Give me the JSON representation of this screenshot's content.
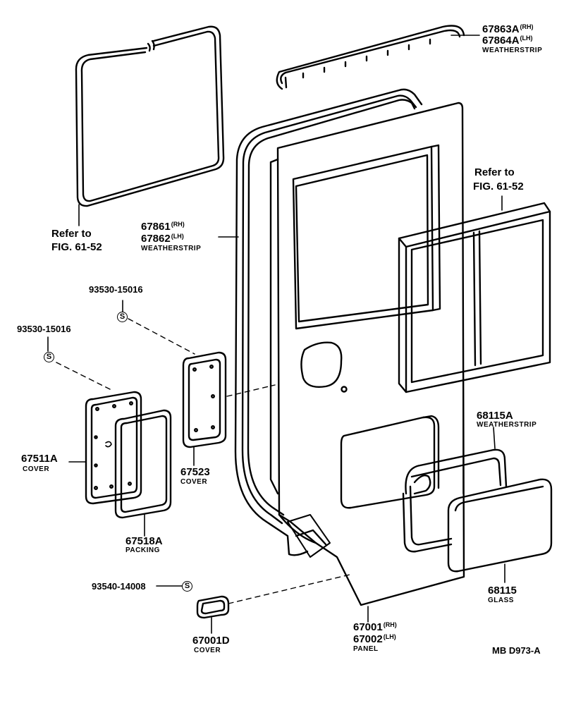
{
  "parts": {
    "weatherstrip_top": {
      "no_rh": "67863A",
      "side_rh": "(RH)",
      "no_lh": "67864A",
      "side_lh": "(LH)",
      "name": "WEATHERSTRIP"
    },
    "refer_left": {
      "line1": "Refer to",
      "line2": "FIG. 61-52"
    },
    "refer_right": {
      "line1": "Refer to",
      "line2": "FIG. 61-52"
    },
    "weatherstrip_door": {
      "no_rh": "67861",
      "side_rh": "(RH)",
      "no_lh": "67862",
      "side_lh": "(LH)",
      "name": "WEATHERSTRIP"
    },
    "screw_a": {
      "no": "93530-15016"
    },
    "screw_b": {
      "no": "93530-15016"
    },
    "screw_c": {
      "no": "93540-14008"
    },
    "cover_67511": {
      "no": "67511A",
      "name": "COVER"
    },
    "cover_67523": {
      "no": "67523",
      "name": "COVER"
    },
    "packing": {
      "no": "67518A",
      "name": "PACKING"
    },
    "weatherstrip_window": {
      "no": "68115A",
      "name": "WEATHERSTRIP"
    },
    "glass": {
      "no": "68115",
      "name": "GLASS"
    },
    "panel": {
      "no_rh": "67001",
      "side_rh": "(RH)",
      "no_lh": "67002",
      "side_lh": "(LH)",
      "name": "PANEL"
    },
    "cover_small": {
      "no": "67001D",
      "name": "COVER"
    },
    "screw_symbol": "S"
  },
  "diagram_code": "MB D973-A",
  "colors": {
    "line": "#000000",
    "background": "#ffffff"
  }
}
